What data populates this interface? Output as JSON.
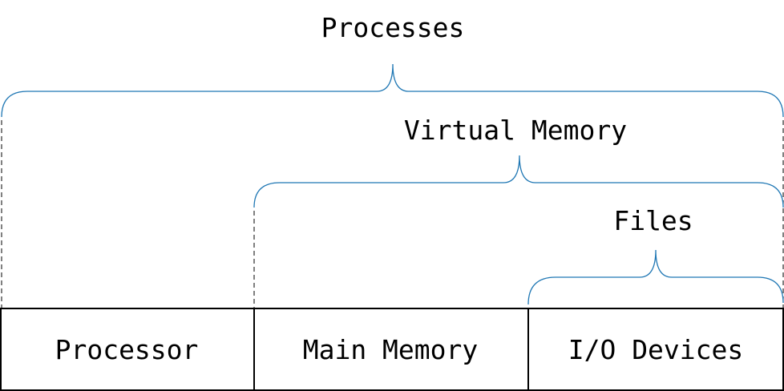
{
  "abstractions": [
    {
      "label": "Processes"
    },
    {
      "label": "Virtual Memory"
    },
    {
      "label": "Files"
    }
  ],
  "components": [
    {
      "label": "Processor"
    },
    {
      "label": "Main Memory"
    },
    {
      "label": "I/O Devices"
    }
  ],
  "colors": {
    "brace": "#1f77b4",
    "outline": "#000000"
  }
}
